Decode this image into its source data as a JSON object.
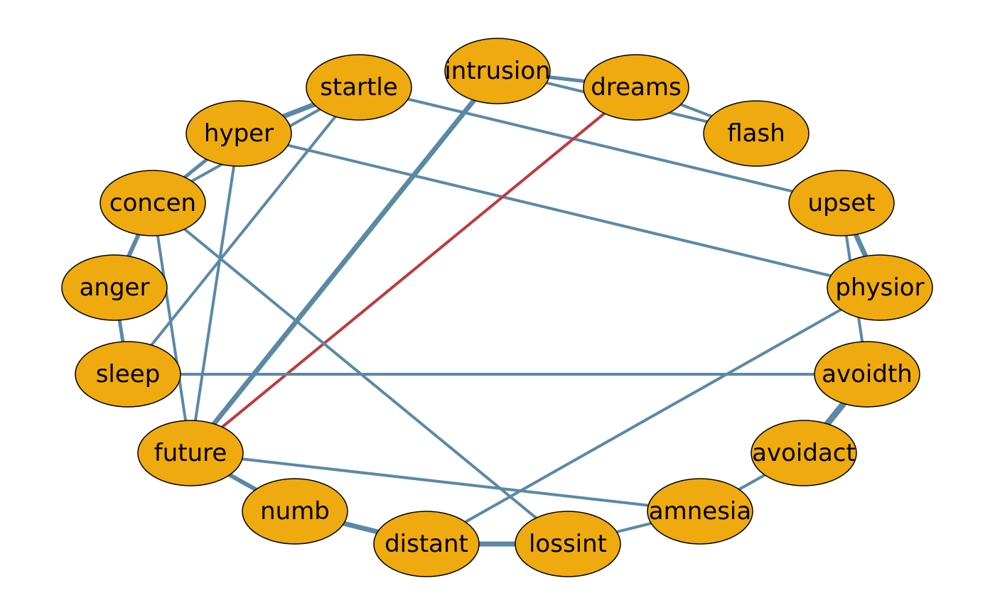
{
  "colors": {
    "node_fill": "#EEAA0E",
    "node_stroke": "#000000",
    "positive_edge": "#5A89A6",
    "negative_edge": "#C0393D"
  },
  "nodes": [
    {
      "id": "intrusion",
      "label": "intrusion"
    },
    {
      "id": "dreams",
      "label": "dreams"
    },
    {
      "id": "flash",
      "label": "flash"
    },
    {
      "id": "upset",
      "label": "upset"
    },
    {
      "id": "physior",
      "label": "physior"
    },
    {
      "id": "avoidth",
      "label": "avoidth"
    },
    {
      "id": "avoidact",
      "label": "avoidact"
    },
    {
      "id": "amnesia",
      "label": "amnesia"
    },
    {
      "id": "lossint",
      "label": "lossint"
    },
    {
      "id": "distant",
      "label": "distant"
    },
    {
      "id": "numb",
      "label": "numb"
    },
    {
      "id": "future",
      "label": "future"
    },
    {
      "id": "sleep",
      "label": "sleep"
    },
    {
      "id": "anger",
      "label": "anger"
    },
    {
      "id": "concen",
      "label": "concen"
    },
    {
      "id": "hyper",
      "label": "hyper"
    },
    {
      "id": "startle",
      "label": "startle"
    }
  ],
  "edges": [
    {
      "from": "intrusion",
      "to": "dreams",
      "weight": 5,
      "sign": "positive"
    },
    {
      "from": "intrusion",
      "to": "flash",
      "weight": 4,
      "sign": "positive"
    },
    {
      "from": "dreams",
      "to": "flash",
      "weight": 4,
      "sign": "positive"
    },
    {
      "from": "upset",
      "to": "physior",
      "weight": 7,
      "sign": "positive"
    },
    {
      "from": "upset",
      "to": "avoidth",
      "weight": 4,
      "sign": "positive"
    },
    {
      "from": "avoidth",
      "to": "avoidact",
      "weight": 9,
      "sign": "positive"
    },
    {
      "from": "avoidact",
      "to": "amnesia",
      "weight": 4,
      "sign": "positive"
    },
    {
      "from": "amnesia",
      "to": "lossint",
      "weight": 4,
      "sign": "positive"
    },
    {
      "from": "lossint",
      "to": "distant",
      "weight": 7,
      "sign": "positive"
    },
    {
      "from": "distant",
      "to": "numb",
      "weight": 7,
      "sign": "positive"
    },
    {
      "from": "numb",
      "to": "future",
      "weight": 6,
      "sign": "positive"
    },
    {
      "from": "anger",
      "to": "sleep",
      "weight": 5,
      "sign": "positive"
    },
    {
      "from": "anger",
      "to": "concen",
      "weight": 6,
      "sign": "positive"
    },
    {
      "from": "concen",
      "to": "hyper",
      "weight": 5,
      "sign": "positive"
    },
    {
      "from": "concen",
      "to": "startle",
      "weight": 4,
      "sign": "positive"
    },
    {
      "from": "hyper",
      "to": "startle",
      "weight": 7,
      "sign": "positive"
    },
    {
      "from": "concen",
      "to": "future",
      "weight": 4,
      "sign": "positive"
    },
    {
      "from": "hyper",
      "to": "future",
      "weight": 4,
      "sign": "positive"
    },
    {
      "from": "startle",
      "to": "sleep",
      "weight": 4,
      "sign": "positive"
    },
    {
      "from": "startle",
      "to": "upset",
      "weight": 4,
      "sign": "positive"
    },
    {
      "from": "hyper",
      "to": "physior",
      "weight": 4,
      "sign": "positive"
    },
    {
      "from": "intrusion",
      "to": "future",
      "weight": 7,
      "sign": "positive"
    },
    {
      "from": "dreams",
      "to": "future",
      "weight": 4,
      "sign": "negative"
    },
    {
      "from": "sleep",
      "to": "avoidth",
      "weight": 4,
      "sign": "positive"
    },
    {
      "from": "concen",
      "to": "lossint",
      "weight": 4,
      "sign": "positive"
    },
    {
      "from": "future",
      "to": "amnesia",
      "weight": 4,
      "sign": "positive"
    },
    {
      "from": "physior",
      "to": "distant",
      "weight": 4,
      "sign": "positive"
    }
  ]
}
